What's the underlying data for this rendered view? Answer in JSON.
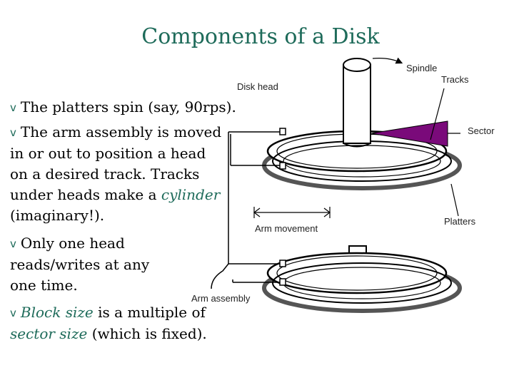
{
  "slide": {
    "title": "Components of a Disk"
  },
  "bullet_symbol": "v",
  "colors": {
    "title": "#1e6b5a",
    "accent": "#1e6b5a",
    "sector": "#7a0a7a"
  },
  "bullets": [
    {
      "text": "The platters spin (say, 90rps)."
    },
    {
      "text": "The arm assembly is moved in or out to position a head on a desired track. Tracks under heads make a ",
      "em": "cylinder",
      "tail": " (imaginary!)."
    },
    {
      "text": "Only one head reads/writes at any one time."
    },
    {
      "em": "Block size",
      "text": " is a multiple of ",
      "em2": "sector size",
      "tail": " (which is fixed)."
    }
  ],
  "diagram": {
    "labels": {
      "spindle": "Spindle",
      "tracks": "Tracks",
      "disk_head": "Disk head",
      "sector": "Sector",
      "arm_movement": "Arm movement",
      "platters": "Platters",
      "arm_assembly": "Arm assembly"
    }
  }
}
